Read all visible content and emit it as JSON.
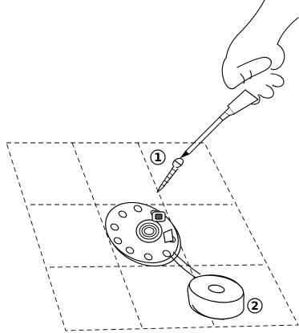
{
  "figure": {
    "steps": [
      {
        "label": "1"
      },
      {
        "label": "2"
      }
    ],
    "colors": {
      "ink": "#000000",
      "paper": "#ffffff",
      "metal_shade": "#555555"
    },
    "icons": [
      "hand-icon",
      "screwdriver-icon",
      "screw-icon",
      "flange-icon",
      "tape-reel-icon",
      "dashed-grid"
    ]
  }
}
